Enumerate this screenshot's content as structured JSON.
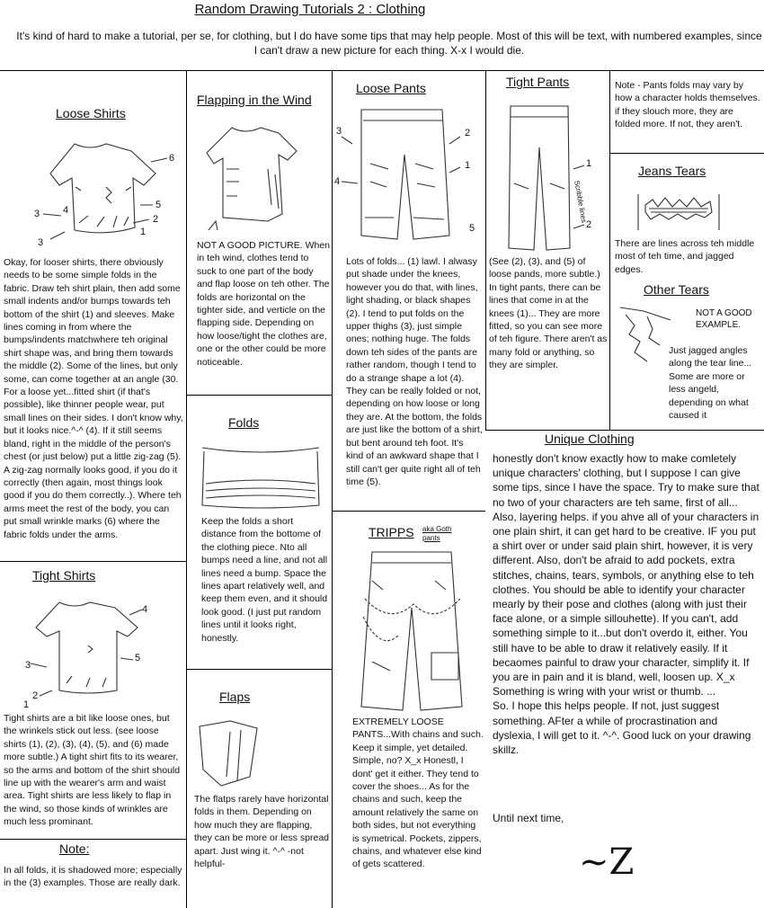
{
  "page": {
    "title": "Random Drawing Tutorials 2 : Clothing",
    "intro": "It's kind of hard to make a tutorial, per se, for clothing, but I do have some tips that may help people.  Most of this will be text, with numbered examples, since I can't draw a new picture for each thing. X-x I would die."
  },
  "sections": {
    "loose_shirts": {
      "title": "Loose Shirts",
      "text": "Okay, for looser shirts, there obviously needs to be some simple folds in the fabric.  Draw teh shirt plain, then add some small indents and/or bumps towards teh bottom of the shirt (1) and sleeves.  Make lines coming in from where the bumps/indents matchwhere teh original shirt shape was, and bring them towards the middle (2).  Some of the lines, but only some, can come together at an angle (30.  For a loose yet...fitted shirt (if that's possible), like thinner people wear, put small lines on their sides.  I don't know why, but it looks nice.^-^ (4).  If it still seems bland, right in the middle of the person's chest (or just below) put a little zig-zag (5).  A zig-zag normally looks good, if you do it correctly (then again, most things look good if you do them correctly..).  Where teh arms meet the rest of the body, you can put small wrinkle marks (6) where the fabric folds under the arms."
    },
    "tight_shirts": {
      "title": "Tight Shirts",
      "text": "Tight shirts are a bit like loose ones, but the wrinkels stick out less.  (see loose shirts (1), (2), (3), (4), (5), and (6) made more subtle.)  A tight shirt fits to its wearer, so the arms and bottom of the shirt should line up with the wearer's arm and waist area.  Tight shirts are less likely to flap in the wind, so those kinds of wrinkles are much less prominant."
    },
    "note": {
      "title": "Note:",
      "text": "In all folds, it is shadowed more; especially in the (3) examples.  Those are really dark."
    },
    "flapping": {
      "title": "Flapping in the Wind",
      "text": "NOT A GOOD PICTURE.  When in teh wind, clothes tend to suck to one part of the body and flap loose on teh other.  The folds are horizontal on the tighter side, and verticle on the flapping side.  Depending on how loose/tight the clothes are, one or the other could be more noticeable."
    },
    "folds": {
      "title": "Folds",
      "text": "Keep the folds a short distance from the bottome of the clothing piece.  Nto all bumps need a line, and not all lines need a bump.  Space the lines apart relatively well, and keep them even, and it should look good.  (I just put random lines until it looks right, honestly."
    },
    "flaps": {
      "title": "Flaps",
      "text": "The flatps rarely have horizontal folds in them.  Depending on how much they are flapping, they can be more or less spread apart.  Just wing it. ^-^ -not helpful-"
    },
    "loose_pants": {
      "title": "Loose Pants",
      "text": "Lots of folds... (1) lawl.  I alwasy put shade under the knees, however you do that, with lines, light shading, or black shapes (2).  I tend to put folds on the upper thighs (3), just simple ones; nothing huge.  The folds down teh sides of the pants are rather random, though I tend to do a strange shape a lot (4).  They can be really folded or not, depending on how loose or long they are.  At the bottom, the folds are just like the bottom of a shirt, but bent around teh foot.  It's kind of an awkward shape that I still can't ger quite right all of teh time (5)."
    },
    "tripps": {
      "title": "TRIPPS",
      "aka": "aka Goth pants",
      "text": "EXTREMELY LOOSE PANTS...With chains and such.  Keep it simple, yet detailed.  Simple, no? X_x Honestl, I dont' get it either.  They tend to cover the shoes...  As for the chains and such, keep the amount relatively the same on both sides, but not everything is symetrical.  Pockets, zippers, chains, and whatever else kind of gets scattered."
    },
    "tight_pants": {
      "title": "Tight Pants",
      "text": "(See (2), (3), and (5) of loose pands, more subtle.)  In tight pants, there can be lines that come in at the knees (1)... They are more fitted, so you can see more of teh figure.  There aren't as many fold or anything, so they are simpler.",
      "label_scribble": "Scribble lines"
    },
    "pants_note": {
      "text": "Note - Pants folds may vary by how a character holds themselves.  if they slouch more, they are folded more.  If not, they aren't."
    },
    "jeans_tears": {
      "title": "Jeans Tears",
      "text": "There are lines across teh middle most of teh time, and jagged edges."
    },
    "other_tears": {
      "title": "Other Tears",
      "caption": "NOT A GOOD EXAMPLE.",
      "text": "Just jagged angles along the tear line... Some are more or less angeld, depending on what caused  it"
    },
    "unique": {
      "title": "Unique Clothing",
      "text": "  honestly don't know exactly how to make comletely unique characters' clothing, but I suppose I can give some tips, since I have the space.  Try to make sure that no two of your characters are teh same, first of all...  Also, layering helps.  if you ahve all of your characters in one plain shirt, it can get hard to be creative. IF you put a shirt over or under said plain shirt, however, it is very different.  Also, don't be afraid to add pockets, extra stitches, chains, tears, symbols, or anything else to teh clothes.  You should be able to identify your character mearly by their pose and clothes (along with just their face alone, or a simple sillouhette).  If you can't, add something simple to it...but don't overdo it, either.  You still have to be able to draw it relatively easily.  If it becaomes painful to draw your character, simplify it.  If you are in pain and it is bland, well, loosen up. X_x Something is wring with your wrist or thumb. ...\nSo.  I hope this helps people.  If not, just suggest something.  AFter a while of procrastination and dyslexia, I will get to it.  ^-^.  Good luck on your drawing skillz.",
      "closing": "Until next time,",
      "signature": "~Z"
    }
  },
  "sketch_labels": {
    "loose_shirt": [
      "6",
      "4",
      "3",
      "5",
      "2",
      "1",
      "3"
    ],
    "tight_shirt": [
      "4",
      "3",
      "5",
      "2",
      "1"
    ],
    "loose_pants": [
      "3",
      "2",
      "4",
      "1",
      "5"
    ],
    "tight_pants": [
      "1",
      "2"
    ]
  }
}
